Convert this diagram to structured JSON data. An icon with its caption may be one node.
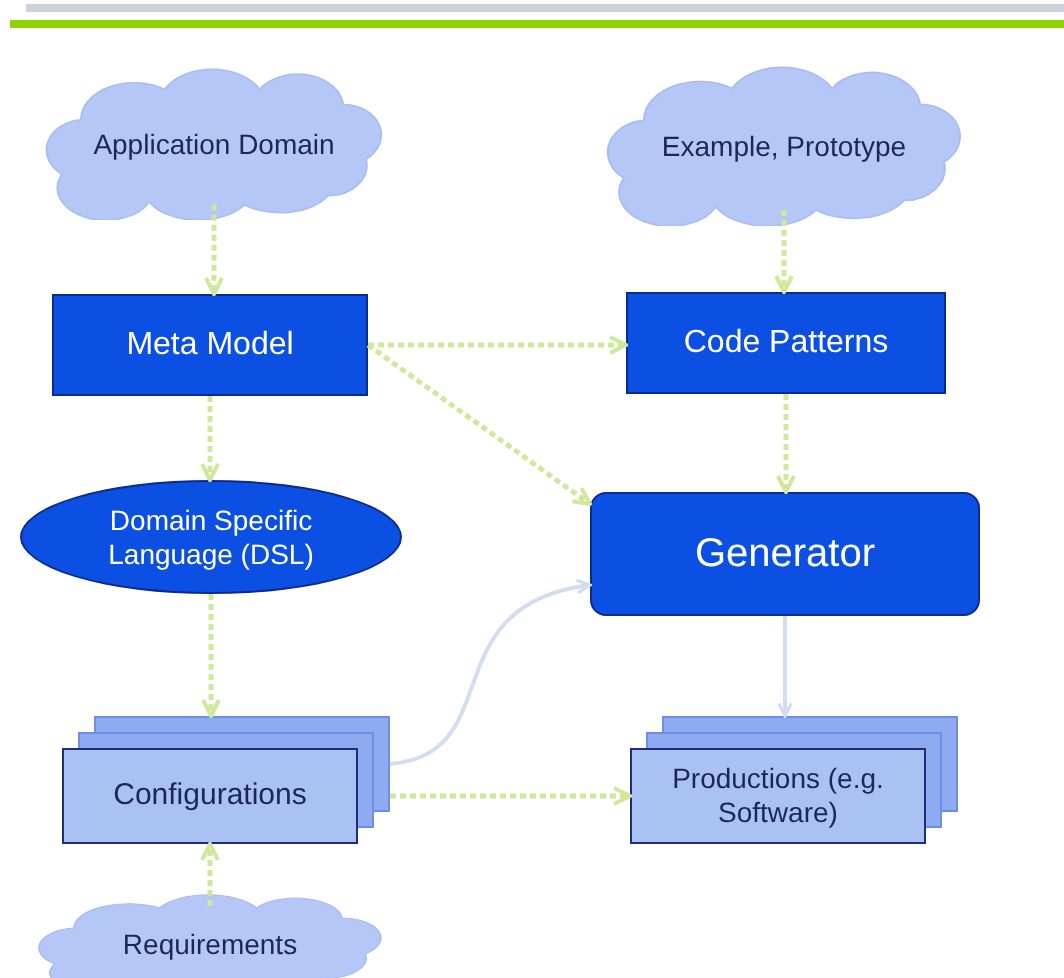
{
  "diagram": {
    "nodes": [
      {
        "text": [
          "Application Domain"
        ]
      },
      {
        "text": [
          "Example, Prototype"
        ]
      },
      {
        "text": [
          "Meta Model"
        ]
      },
      {
        "text": [
          "Code Patterns"
        ]
      },
      {
        "text": [
          "Domain Specific Language (DSL)"
        ]
      },
      {
        "text": [
          "Generator"
        ]
      },
      {
        "text": [
          "Configurations"
        ]
      },
      {
        "text": [
          "Productions (e.g. Software)"
        ]
      },
      {
        "text": [
          "Requirements"
        ]
      }
    ],
    "edges": [
      {
        "from": 0,
        "to": 2,
        "arrow": "to",
        "style": "dashed"
      },
      {
        "from": 1,
        "to": 3,
        "arrow": "to",
        "style": "dashed"
      },
      {
        "from": 2,
        "to": 3,
        "arrow": "to",
        "style": "dashed"
      },
      {
        "from": 2,
        "to": 4,
        "arrow": "to",
        "style": "dashed"
      },
      {
        "from": 2,
        "to": 5,
        "arrow": "to",
        "style": "dashed"
      },
      {
        "from": 3,
        "to": 5,
        "arrow": "to",
        "style": "dashed"
      },
      {
        "from": 4,
        "to": 6,
        "arrow": "to",
        "style": "dashed"
      },
      {
        "from": 8,
        "to": 6,
        "arrow": "to",
        "style": "dashed"
      },
      {
        "from": 6,
        "to": 7,
        "arrow": "to",
        "style": "dashed"
      },
      {
        "from": 6,
        "to": 5,
        "arrow": "to",
        "color": "#d4dcf2"
      },
      {
        "from": 5,
        "to": 7,
        "arrow": "to",
        "color": "#d4dcf2"
      }
    ]
  }
}
